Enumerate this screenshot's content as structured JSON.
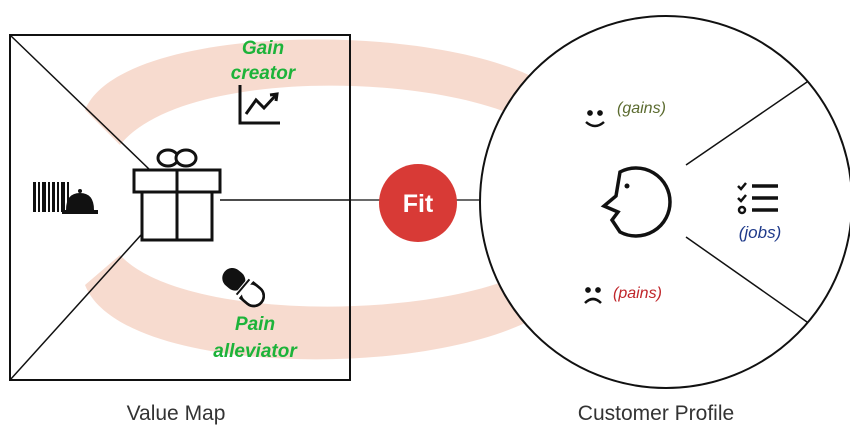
{
  "value_map": {
    "gain_creator": [
      "Gain",
      "creator"
    ],
    "pain_alleviator": [
      "Pain",
      "alleviator"
    ],
    "caption": "Value Map",
    "icons": {
      "products": "gift-icon",
      "services": "barcode-and-cloche-icon",
      "gain": "chart-up-icon",
      "pain": "pill-icon"
    }
  },
  "fit": {
    "label": "Fit",
    "color": "#d83a36"
  },
  "customer_profile": {
    "gains": "(gains)",
    "pains": "(pains)",
    "jobs": "(jobs)",
    "caption": "Customer Profile",
    "icons": {
      "customer": "face-icon",
      "gains": "smiley-icon",
      "pains": "frown-icon",
      "jobs": "checklist-icon"
    }
  },
  "colors": {
    "arrow": "#f6d5c7",
    "gain_text": "#1db33a",
    "gains_text": "#5b6b2f",
    "pains_text": "#c0262b",
    "jobs_text": "#1f3a8a"
  }
}
